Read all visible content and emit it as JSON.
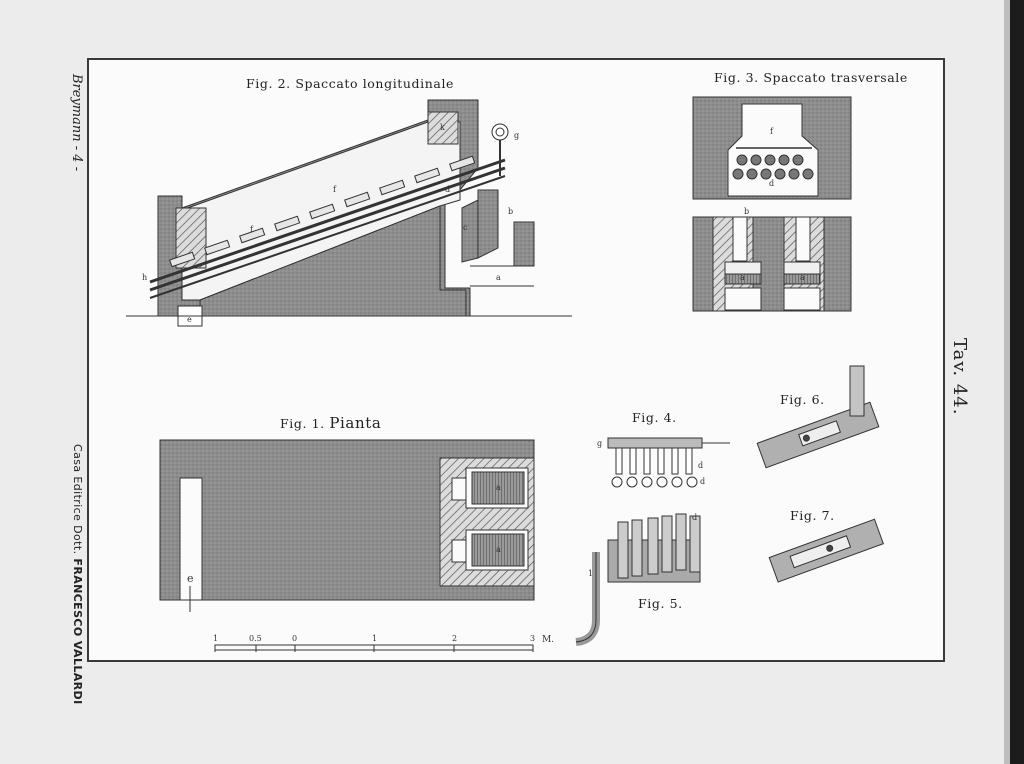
{
  "plate": {
    "author": "Breymann - 4 -",
    "publisher_prefix": "Casa Editrice Dott. ",
    "publisher_name": "FRANCESCO VALLARDI",
    "plate_number": "Tav. 44."
  },
  "figures": {
    "fig1": "Fig. 1.",
    "fig1_name": "Pianta",
    "fig2": "Fig. 2. Spaccato longitudinale",
    "fig3": "Fig. 3. Spaccato trasversale",
    "fig4": "Fig. 4.",
    "fig5": "Fig. 5.",
    "fig6": "Fig. 6.",
    "fig7": "Fig. 7."
  },
  "scale_bar": {
    "ticks": [
      "1",
      "0.5",
      "0",
      "1",
      "2",
      "3"
    ],
    "unit": "M."
  },
  "letters": {
    "fig2": [
      "h",
      "e",
      "f",
      "f",
      "k",
      "g",
      "d",
      "c",
      "b",
      "a"
    ],
    "fig3": [
      "f",
      "d",
      "b",
      "a",
      "a"
    ],
    "fig1": [
      "e",
      "a",
      "a"
    ],
    "fig4": [
      "g",
      "d",
      "d"
    ],
    "fig5": [
      "d",
      "1"
    ]
  },
  "colors": {
    "paper": "#fbfbfb",
    "hatch": "#8a8a8a",
    "ink": "#2a2a2a"
  }
}
